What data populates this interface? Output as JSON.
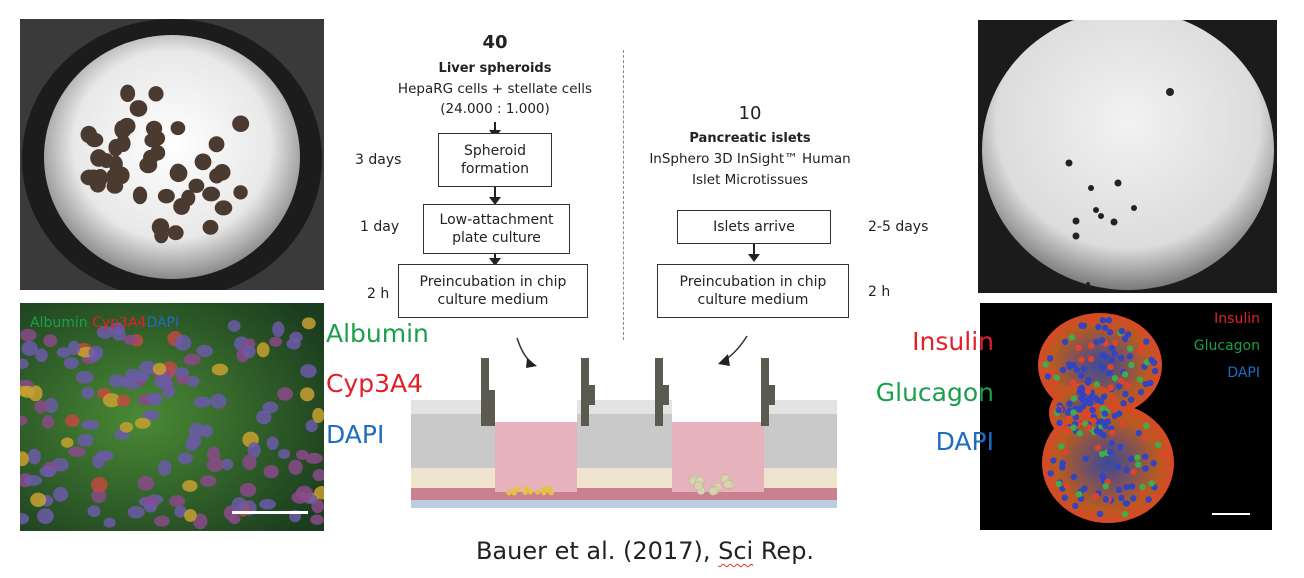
{
  "liver": {
    "count": "40",
    "title": "Liver spheroids",
    "cells": "HepaRG cells + stellate cells",
    "ratio": "(24.000 : 1.000)",
    "steps": [
      {
        "time": "3 days",
        "text": "Spheroid\nformation"
      },
      {
        "time": "1 day",
        "text": "Low-attachment\nplate culture"
      },
      {
        "time": "2 h",
        "text": "Preincubation in chip\nculture medium"
      }
    ]
  },
  "pancreas": {
    "count": "10",
    "title": "Pancreatic islets",
    "line1": "InSphero 3D InSight™ Human",
    "line2": "Islet Microtissues",
    "steps": [
      {
        "time": "2-5 days",
        "text": "Islets arrive"
      },
      {
        "time": "2 h",
        "text": "Preincubation in chip\nculture medium"
      }
    ]
  },
  "liver_stain": {
    "overlay": {
      "albumin": "Albumin",
      "cyp": "Cyp3A4",
      "dapi": "DAPI"
    },
    "legend": {
      "albumin": "Albumin",
      "cyp": "Cyp3A4",
      "dapi": "DAPI"
    }
  },
  "islet_stain": {
    "overlay": {
      "insulin": "Insulin",
      "glucagon": "Glucagon",
      "dapi": "DAPI"
    },
    "legend": {
      "insulin": "Insulin",
      "glucagon": "Glucagon",
      "dapi": "DAPI"
    }
  },
  "citation": {
    "prefix": "Bauer et al. (2017), ",
    "journal_a": "Sci",
    "journal_b": " Rep."
  },
  "colors": {
    "green": "#1aa04a",
    "red": "#e2202a",
    "blue": "#1f6cc0"
  }
}
